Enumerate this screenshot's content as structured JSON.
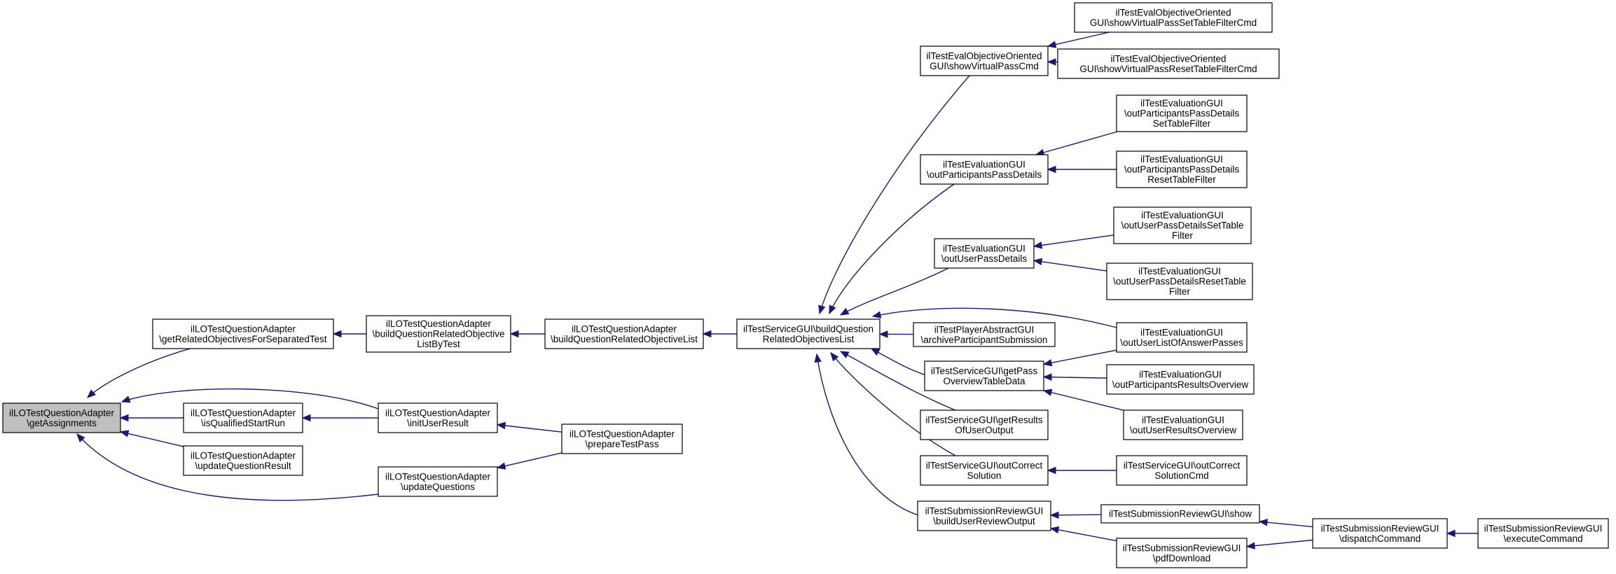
{
  "nodes": [
    {
      "id": "n0",
      "lines": [
        "ilLOTestQuestionAdapter",
        "\\getAssignments"
      ]
    },
    {
      "id": "n1",
      "lines": [
        "ilLOTestQuestionAdapter",
        "\\getRelatedObjectivesForSeparatedTest"
      ]
    },
    {
      "id": "n2",
      "lines": [
        "ilLOTestQuestionAdapter",
        "\\isQualifiedStartRun"
      ]
    },
    {
      "id": "n3",
      "lines": [
        "ilLOTestQuestionAdapter",
        "\\updateQuestionResult"
      ]
    },
    {
      "id": "n4",
      "lines": [
        "ilLOTestQuestionAdapter",
        "\\updateQuestions"
      ]
    },
    {
      "id": "n5",
      "lines": [
        "ilLOTestQuestionAdapter",
        "\\buildQuestionRelatedObjective",
        "ListByTest"
      ]
    },
    {
      "id": "n6",
      "lines": [
        "ilLOTestQuestionAdapter",
        "\\initUserResult"
      ]
    },
    {
      "id": "n7",
      "lines": [
        "ilLOTestQuestionAdapter",
        "\\buildQuestionRelatedObjectiveList"
      ]
    },
    {
      "id": "n8",
      "lines": [
        "ilLOTestQuestionAdapter",
        "\\prepareTestPass"
      ]
    },
    {
      "id": "n9",
      "lines": [
        "ilTestServiceGUI\\buildQuestion",
        "RelatedObjectivesList"
      ]
    },
    {
      "id": "n10",
      "lines": [
        "ilTestEvalObjectiveOriented",
        "GUI\\showVirtualPassCmd"
      ]
    },
    {
      "id": "n11",
      "lines": [
        "ilTestEvaluationGUI",
        "\\outParticipantsPassDetails"
      ]
    },
    {
      "id": "n12",
      "lines": [
        "ilTestEvaluationGUI",
        "\\outUserPassDetails"
      ]
    },
    {
      "id": "n13",
      "lines": [
        "ilTestPlayerAbstractGUI",
        "\\archiveParticipantSubmission"
      ]
    },
    {
      "id": "n14",
      "lines": [
        "ilTestServiceGUI\\getPass",
        "OverviewTableData"
      ]
    },
    {
      "id": "n15",
      "lines": [
        "ilTestServiceGUI\\getResults",
        "OfUserOutput"
      ]
    },
    {
      "id": "n16",
      "lines": [
        "ilTestServiceGUI\\outCorrect",
        "Solution"
      ]
    },
    {
      "id": "n17",
      "lines": [
        "ilTestSubmissionReviewGUI",
        "\\buildUserReviewOutput"
      ]
    },
    {
      "id": "n18",
      "lines": [
        "ilTestEvalObjectiveOriented",
        "GUI\\showVirtualPassSetTableFilterCmd"
      ]
    },
    {
      "id": "n19",
      "lines": [
        "ilTestEvalObjectiveOriented",
        "GUI\\showVirtualPassResetTableFilterCmd"
      ]
    },
    {
      "id": "n20",
      "lines": [
        "ilTestEvaluationGUI",
        "\\outParticipantsPassDetails",
        "SetTableFilter"
      ]
    },
    {
      "id": "n21",
      "lines": [
        "ilTestEvaluationGUI",
        "\\outParticipantsPassDetails",
        "ResetTableFilter"
      ]
    },
    {
      "id": "n22",
      "lines": [
        "ilTestEvaluationGUI",
        "\\outUserPassDetailsSetTable",
        "Filter"
      ]
    },
    {
      "id": "n23",
      "lines": [
        "ilTestEvaluationGUI",
        "\\outUserPassDetailsResetTable",
        "Filter"
      ]
    },
    {
      "id": "n24",
      "lines": [
        "ilTestEvaluationGUI",
        "\\outUserListOfAnswerPasses"
      ]
    },
    {
      "id": "n25",
      "lines": [
        "ilTestEvaluationGUI",
        "\\outParticipantsResultsOverview"
      ]
    },
    {
      "id": "n26",
      "lines": [
        "ilTestEvaluationGUI",
        "\\outUserResultsOverview"
      ]
    },
    {
      "id": "n27",
      "lines": [
        "ilTestServiceGUI\\outCorrect",
        "SolutionCmd"
      ]
    },
    {
      "id": "n28",
      "lines": [
        "ilTestSubmissionReviewGUI\\show"
      ]
    },
    {
      "id": "n29",
      "lines": [
        "ilTestSubmissionReviewGUI",
        "\\pdfDownload"
      ]
    },
    {
      "id": "n30",
      "lines": [
        "ilTestSubmissionReviewGUI",
        "\\dispatchCommand"
      ]
    },
    {
      "id": "n31",
      "lines": [
        "ilTestSubmissionReviewGUI",
        "\\executeCommand"
      ]
    }
  ],
  "edges": [
    {
      "from": "n1",
      "to": "n0"
    },
    {
      "from": "n6",
      "to": "n0"
    },
    {
      "from": "n2",
      "to": "n0"
    },
    {
      "from": "n3",
      "to": "n0"
    },
    {
      "from": "n4",
      "to": "n0"
    },
    {
      "from": "n5",
      "to": "n1"
    },
    {
      "from": "n6",
      "to": "n2"
    },
    {
      "from": "n8",
      "to": "n6"
    },
    {
      "from": "n8",
      "to": "n4"
    },
    {
      "from": "n7",
      "to": "n5"
    },
    {
      "from": "n9",
      "to": "n7"
    },
    {
      "from": "n10",
      "to": "n9"
    },
    {
      "from": "n11",
      "to": "n9"
    },
    {
      "from": "n12",
      "to": "n9"
    },
    {
      "from": "n24",
      "to": "n9"
    },
    {
      "from": "n13",
      "to": "n9"
    },
    {
      "from": "n14",
      "to": "n9"
    },
    {
      "from": "n15",
      "to": "n9"
    },
    {
      "from": "n16",
      "to": "n9"
    },
    {
      "from": "n17",
      "to": "n9"
    },
    {
      "from": "n18",
      "to": "n10"
    },
    {
      "from": "n19",
      "to": "n10"
    },
    {
      "from": "n20",
      "to": "n11"
    },
    {
      "from": "n21",
      "to": "n11"
    },
    {
      "from": "n22",
      "to": "n12"
    },
    {
      "from": "n23",
      "to": "n12"
    },
    {
      "from": "n24",
      "to": "n14"
    },
    {
      "from": "n25",
      "to": "n14"
    },
    {
      "from": "n26",
      "to": "n14"
    },
    {
      "from": "n27",
      "to": "n16"
    },
    {
      "from": "n28",
      "to": "n17"
    },
    {
      "from": "n29",
      "to": "n17"
    },
    {
      "from": "n30",
      "to": "n28"
    },
    {
      "from": "n30",
      "to": "n29"
    },
    {
      "from": "n31",
      "to": "n30"
    }
  ],
  "colors": {
    "edge": "#191970",
    "root_fill": "#bfbfbf",
    "node_fill": "#ffffff",
    "node_border": "#000000"
  }
}
